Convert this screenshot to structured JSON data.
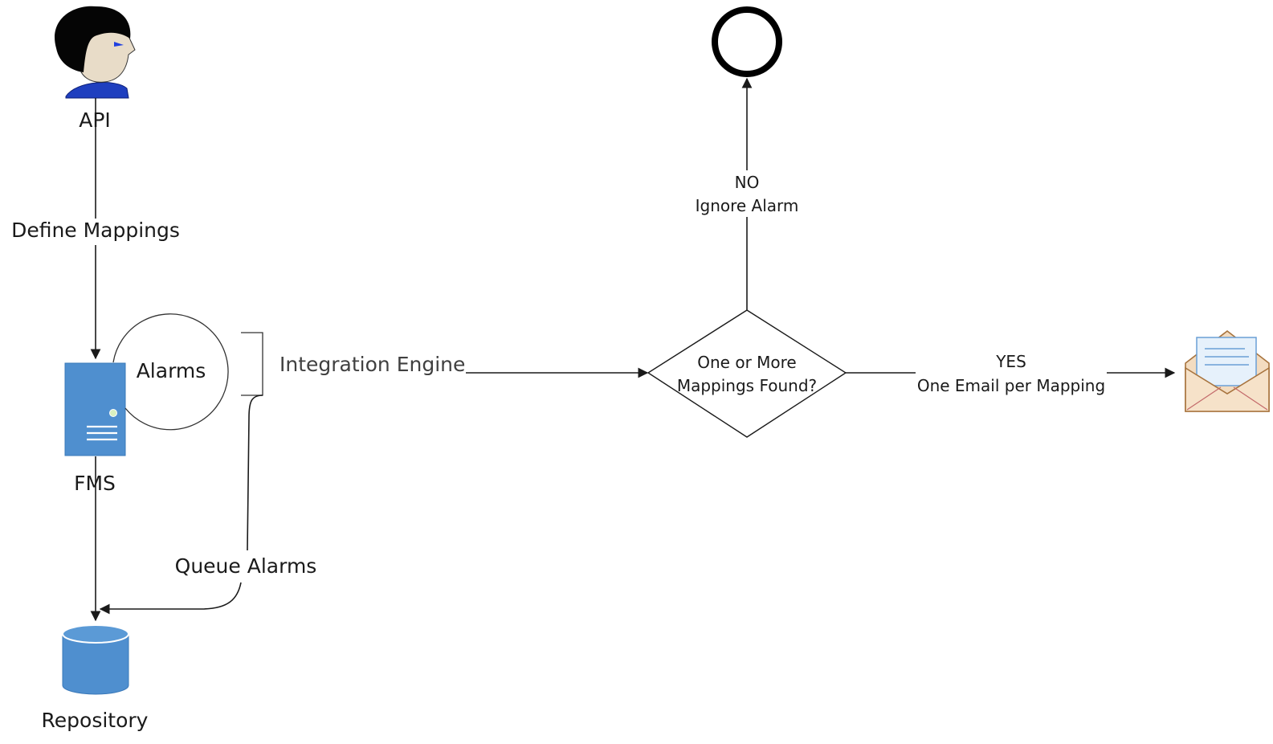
{
  "nodes": {
    "api": {
      "label": "API",
      "icon": "person-icon"
    },
    "fms": {
      "label": "FMS",
      "icon": "server-icon"
    },
    "alarms": {
      "label": "Alarms"
    },
    "repository": {
      "label": "Repository",
      "icon": "database-icon"
    },
    "decision": {
      "line1": "One or More",
      "line2": "Mappings Found?"
    },
    "end": {
      "icon": "end-event-circle"
    },
    "email": {
      "icon": "email-envelope-icon"
    }
  },
  "edges": {
    "define_mappings": "Define Mappings",
    "integration_engine": "Integration Engine",
    "queue_alarms": "Queue Alarms",
    "no_branch": {
      "line1": "NO",
      "line2": "Ignore Alarm"
    },
    "yes_branch": {
      "line1": "YES",
      "line2": "One Email per Mapping"
    }
  },
  "colors": {
    "server_blue": "#4f8fcf",
    "database_blue": "#4f8fcf",
    "envelope_tan": "#f3dcc0",
    "envelope_border": "#a8743e",
    "line": "#1a1a1a"
  }
}
